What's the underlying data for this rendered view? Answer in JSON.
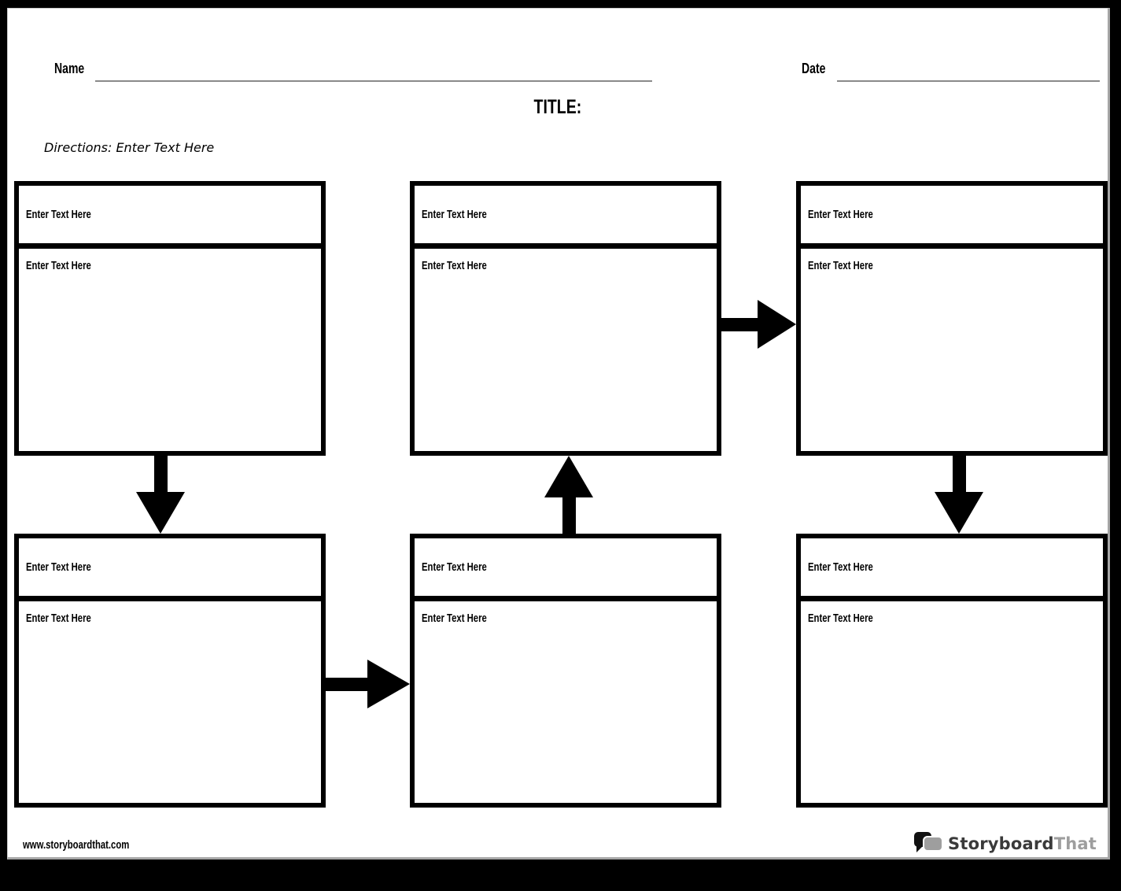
{
  "page": {
    "name_label": "Name",
    "date_label": "Date",
    "title_label": "TITLE:",
    "directions": "Directions: Enter Text Here"
  },
  "boxes": [
    {
      "id": "box-1",
      "header": "Enter Text Here",
      "body": "Enter Text Here"
    },
    {
      "id": "box-2",
      "header": "Enter Text Here",
      "body": "Enter Text Here"
    },
    {
      "id": "box-3",
      "header": "Enter Text Here",
      "body": "Enter Text Here"
    },
    {
      "id": "box-4",
      "header": "Enter Text Here",
      "body": "Enter Text Here"
    },
    {
      "id": "box-5",
      "header": "Enter Text Here",
      "body": "Enter Text Here"
    },
    {
      "id": "box-6",
      "header": "Enter Text Here",
      "body": "Enter Text Here"
    }
  ],
  "arrows": [
    {
      "from": "box-1",
      "to": "box-4",
      "direction": "down"
    },
    {
      "from": "box-4",
      "to": "box-5",
      "direction": "right"
    },
    {
      "from": "box-5",
      "to": "box-2",
      "direction": "up"
    },
    {
      "from": "box-2",
      "to": "box-3",
      "direction": "right"
    },
    {
      "from": "box-3",
      "to": "box-6",
      "direction": "down"
    }
  ],
  "footer": {
    "website": "www.storyboardthat.com",
    "logo_text_primary": "Storyboard",
    "logo_text_secondary": "That",
    "logo_icon": "speech-bubbles-icon"
  },
  "colors": {
    "box_border": "#000000",
    "underline": "#8a8a8a",
    "logo_primary": "#3a3a3a",
    "logo_secondary": "#9e9e9e"
  }
}
